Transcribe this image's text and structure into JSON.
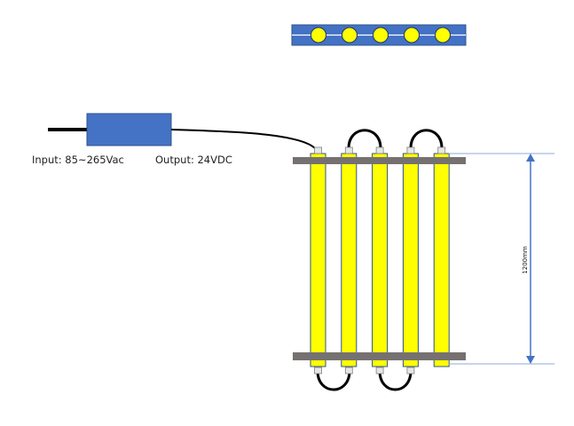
{
  "diagram": {
    "title": "LED light strip wiring diagram",
    "power_supply": {
      "input_label": "Input: 85~265Vac",
      "output_label": "Output: 24VDC"
    },
    "dimension_label": "1200mm",
    "strip_count": 5,
    "led_count_preview": 5,
    "colors": {
      "strip": "#ffff00",
      "strip_border": "#2f528f",
      "rail": "#767171",
      "driver": "#4472c4",
      "preview_bg": "#4472c4",
      "dimension": "#4472c4",
      "wire": "#000000"
    }
  }
}
